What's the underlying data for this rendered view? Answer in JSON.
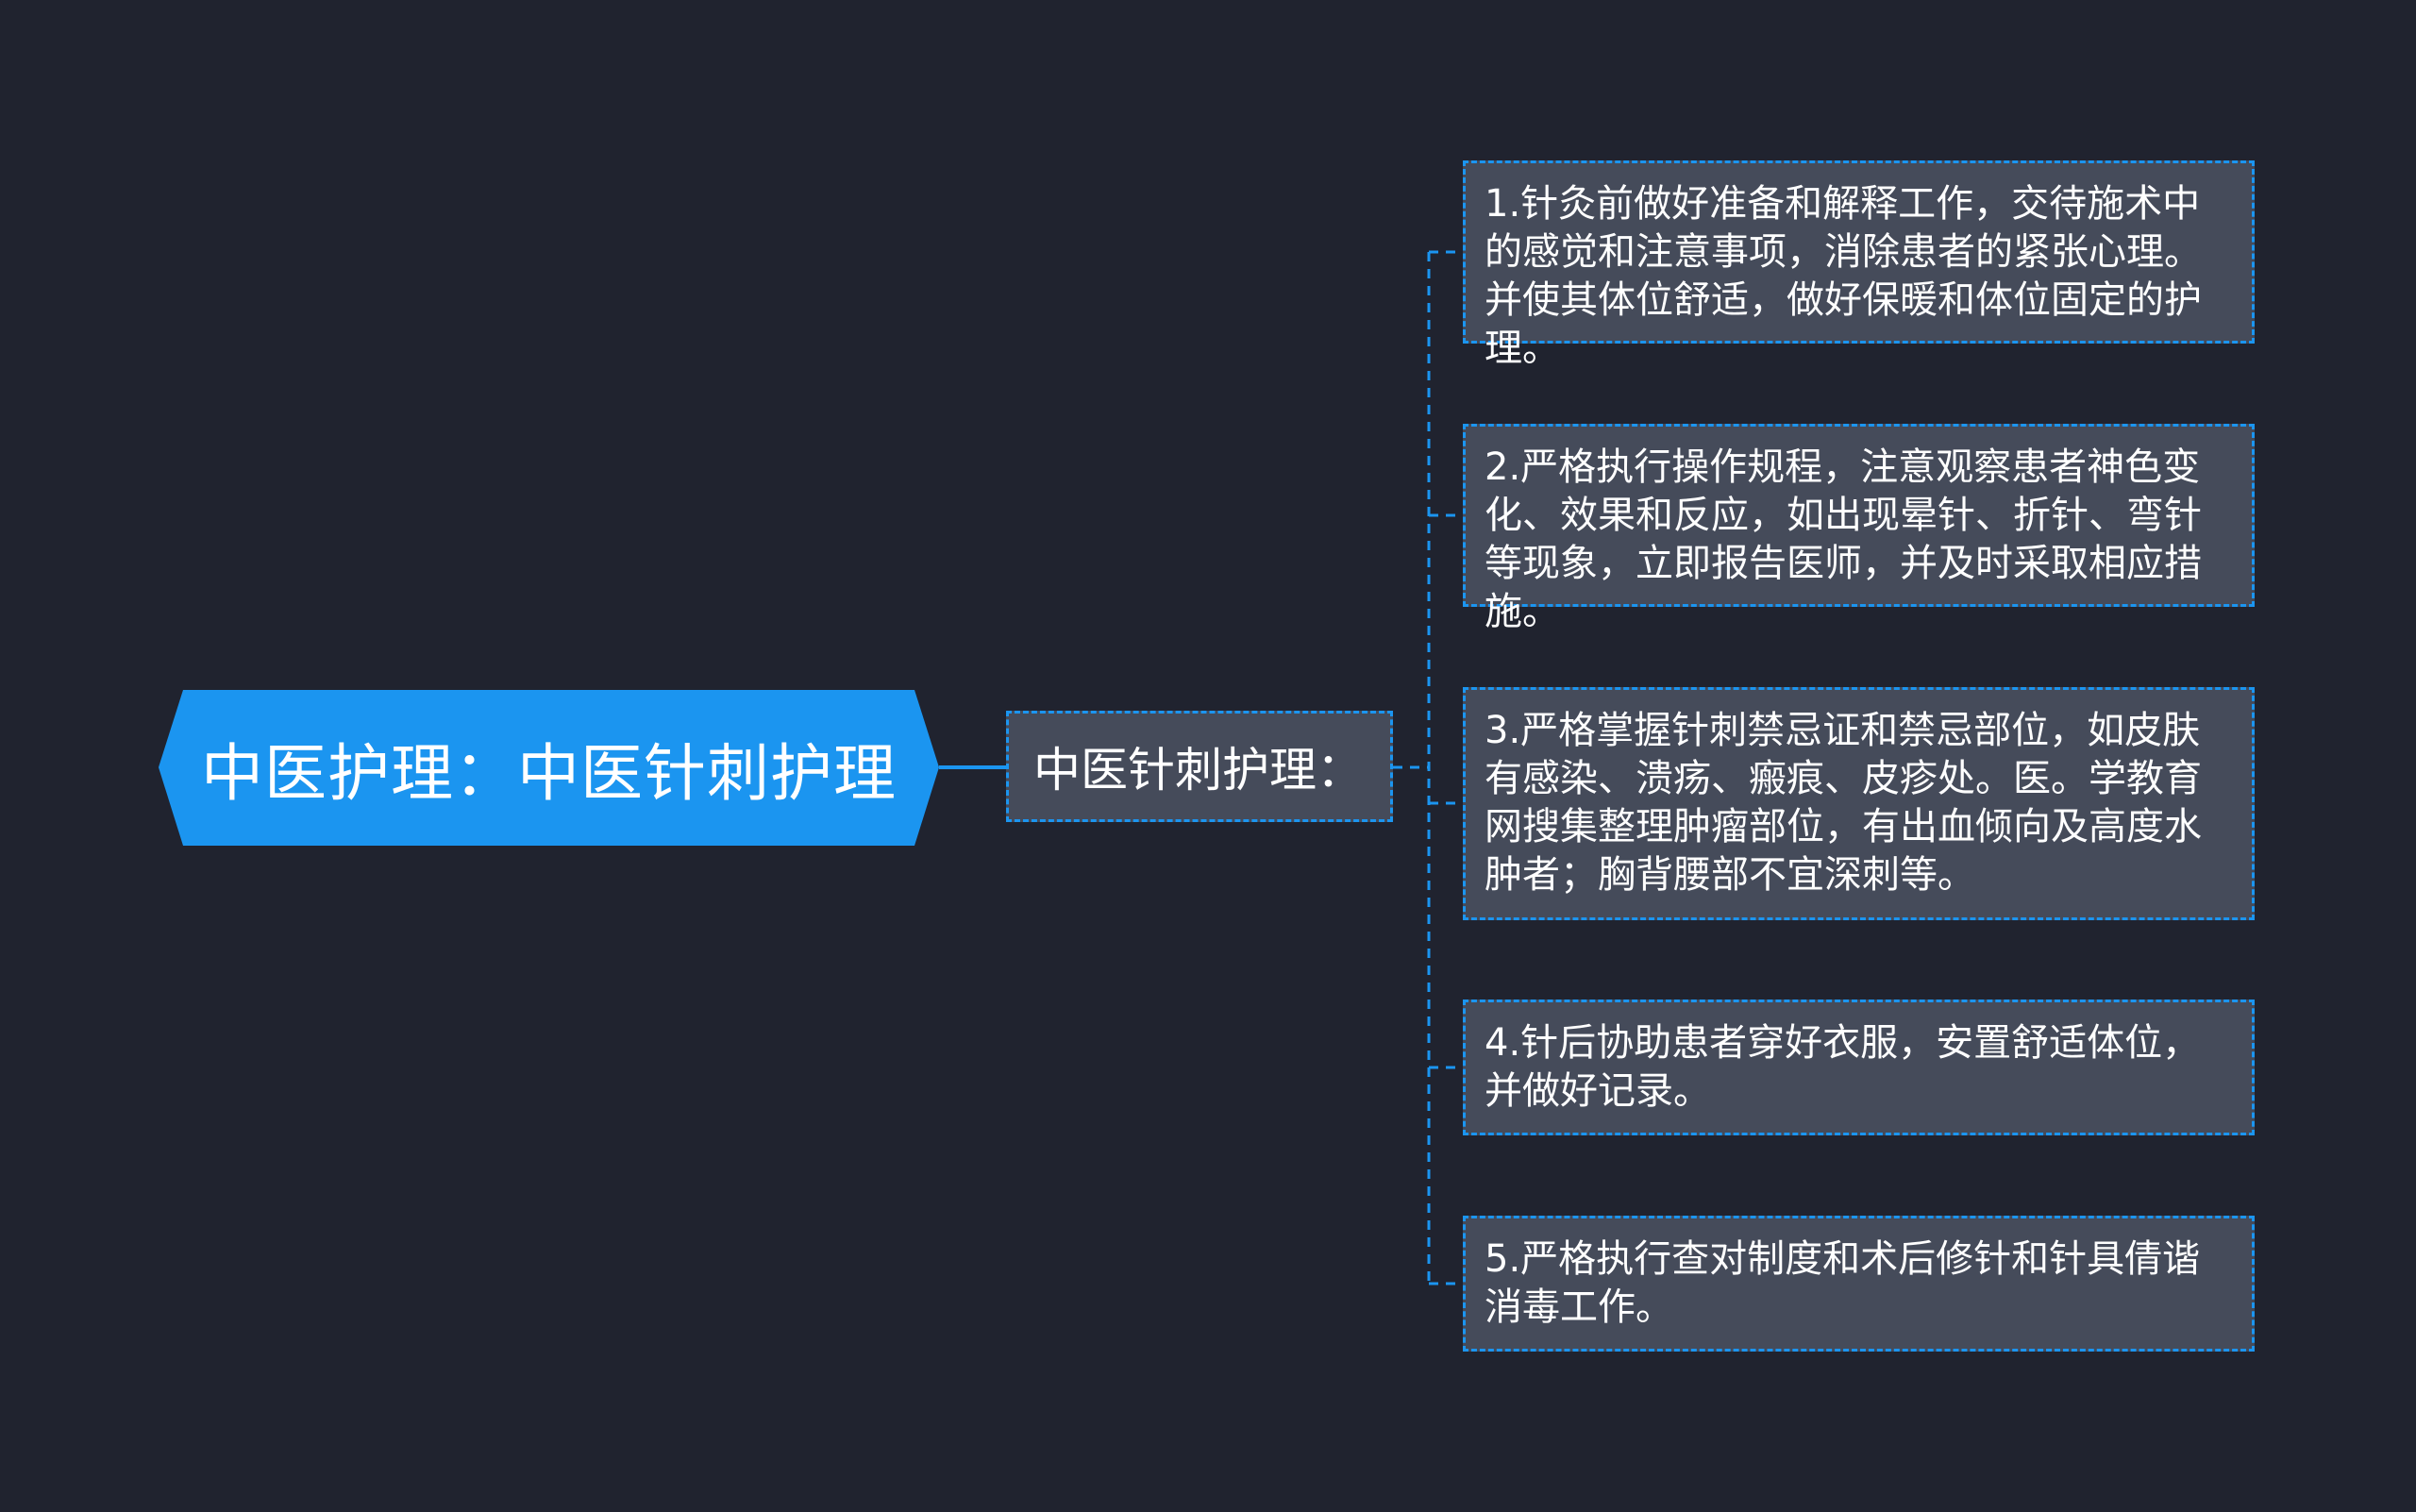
{
  "root": {
    "label": "中医护理：中医针刺护理"
  },
  "branch": {
    "label": "中医针刺护理："
  },
  "leaves": [
    {
      "text": "1.针灸前做好准备和解释工作，交待施术中的感觉和注意事项，消除患者的紧张心理。并使其体位舒适，做好保暖和体位固定的护理。"
    },
    {
      "text": "2.严格执行操作规程，注意观察患者神色变化、效果和反应，如出现晕针、折针、弯针等现象，立即报告医师，并及时采取相应措施。"
    },
    {
      "text": "3.严格掌握针刺禁忌证和禁忌部位，如皮肤有感染、溃疡、瘢痕、皮疹处。医。学教育网搜集整理肿瘤部位，有出血倾向及高度水肿者；胸背腰部不宜深刺等。"
    },
    {
      "text": "4.针后协助患者穿好衣服，安置舒适体位，并做好记录。"
    },
    {
      "text": "5.严格执行查对制度和术后修针和针具倩谐消毒工作。"
    }
  ],
  "colors": {
    "background": "#20232f",
    "root_fill": "#1b95f0",
    "node_fill": "#454b5a",
    "connector": "#1b95f0",
    "text": "#ffffff"
  }
}
